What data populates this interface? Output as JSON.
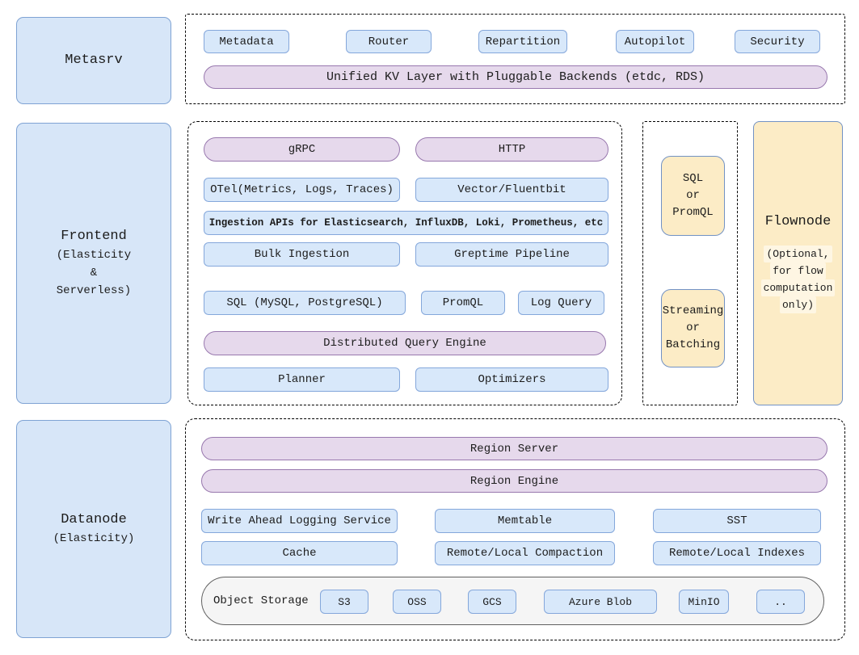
{
  "metasrv": {
    "label": "Metasrv",
    "items": [
      "Metadata",
      "Router",
      "Repartition",
      "Autopilot",
      "Security"
    ],
    "kv_layer": "Unified KV Layer with Pluggable Backends (etdc, RDS)"
  },
  "frontend": {
    "label": "Frontend",
    "sublabel": [
      "(Elasticity",
      "&",
      "Serverless)"
    ],
    "protocols": [
      "gRPC",
      "HTTP"
    ],
    "ingest_sources": [
      "OTel(Metrics, Logs, Traces)",
      "Vector/Fluentbit"
    ],
    "ingestion_apis": "Ingestion APIs for Elasticsearch, InfluxDB, Loki, Prometheus, etc",
    "ingest_paths": [
      "Bulk Ingestion",
      "Greptime Pipeline"
    ],
    "query_interfaces": [
      "SQL (MySQL, PostgreSQL)",
      "PromQL",
      "Log Query"
    ],
    "query_engine": "Distributed Query Engine",
    "engine_parts": [
      "Planner",
      "Optimizers"
    ]
  },
  "flow_bridge": {
    "sql_or_promql": [
      "SQL",
      "or",
      "PromQL"
    ],
    "streaming_or_batching": [
      "Streaming",
      "or",
      "Batching"
    ]
  },
  "flownode": {
    "title": "Flownode",
    "note": [
      "(Optional,",
      "for flow",
      "computation",
      "only)"
    ]
  },
  "datanode": {
    "label": "Datanode",
    "sublabel": "(Elasticity)",
    "region_server": "Region Server",
    "region_engine": "Region Engine",
    "components_row1": [
      "Write Ahead Logging Service",
      "Memtable",
      "SST"
    ],
    "components_row2": [
      "Cache",
      "Remote/Local Compaction",
      "Remote/Local Indexes"
    ],
    "object_storage": {
      "label": "Object Storage",
      "providers": [
        "S3",
        "OSS",
        "GCS",
        "Azure Blob",
        "MinIO",
        ".."
      ]
    }
  },
  "colors": {
    "blue_fill": "#d8e8fa",
    "blue_border": "#84a7db",
    "purple_fill": "#e6d9ec",
    "purple_border": "#9878ae",
    "yellow_fill": "#fcecc6",
    "yellow_border": "#7292c4",
    "storage_fill": "#f5f5f5"
  }
}
